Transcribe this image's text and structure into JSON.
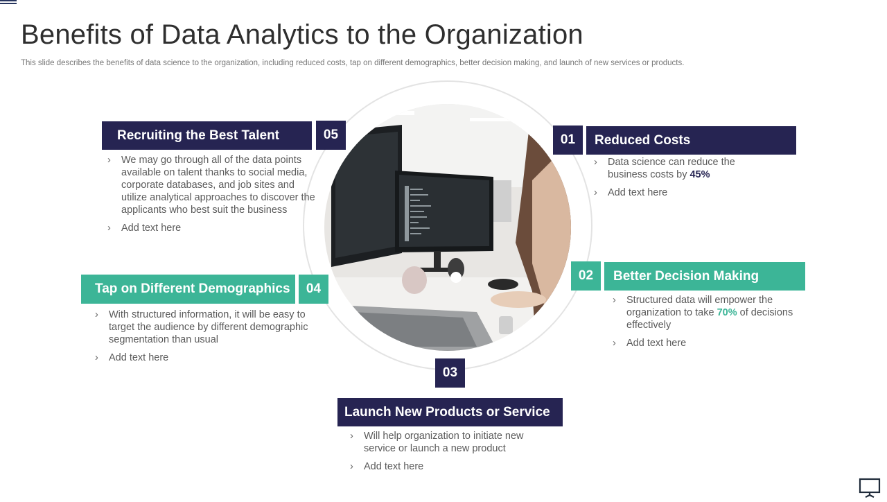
{
  "slide": {
    "title": "Benefits of Data Analytics to the Organization",
    "subtitle": "This slide describes the benefits of data science to the organization, including reduced costs, tap on different demographics, better decision making, and launch of new services or products."
  },
  "items": {
    "reduced_costs": {
      "number": "01",
      "heading": "Reduced Costs",
      "bullet1_pre": "Data science can reduce the business costs by ",
      "bullet1_highlight": "45%",
      "bullet2": "Add text here"
    },
    "better_decision": {
      "number": "02",
      "heading": "Better Decision Making",
      "bullet1_pre": "Structured data will empower the organization to take ",
      "bullet1_highlight": "70%",
      "bullet1_post": " of decisions effectively",
      "bullet2": "Add text here"
    },
    "launch": {
      "number": "03",
      "heading": "Launch New Products or Service",
      "bullet1": "Will help organization to initiate new service or launch a new product",
      "bullet2": "Add text here"
    },
    "demographics": {
      "number": "04",
      "heading": "Tap on Different Demographics",
      "bullet1": "With structured information, it will be easy to target the audience by different demographic segmentation than usual",
      "bullet2": "Add text here"
    },
    "talent": {
      "number": "05",
      "heading": "Recruiting the Best Talent",
      "bullet1": "We may go through all of the data points available on talent thanks to social media, corporate databases, and job sites and utilize analytical approaches to discover the applicants who best suit the business",
      "bullet2": "Add text here"
    }
  },
  "glyphs": {
    "chevron": "›"
  },
  "colors": {
    "navy": "#262452",
    "teal": "#3cb597"
  }
}
